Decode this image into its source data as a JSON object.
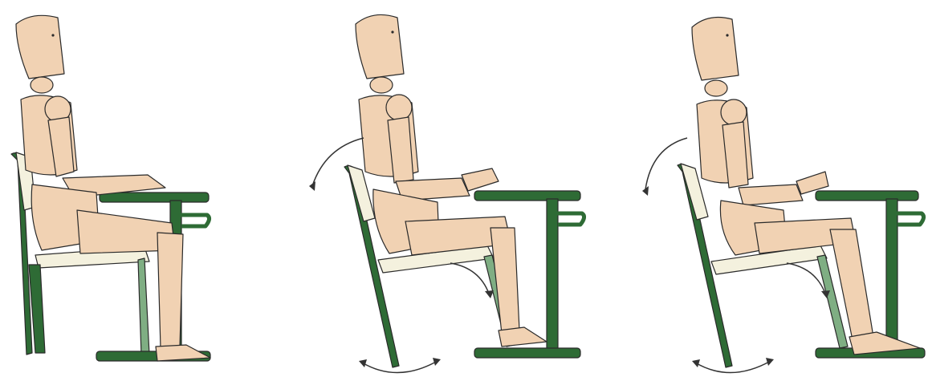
{
  "panels": [
    {
      "posture": "upright",
      "rocking_arrows": false
    },
    {
      "posture": "reclined",
      "rocking_arrows": true
    },
    {
      "posture": "slumped-recline",
      "rocking_arrows": true
    }
  ],
  "colors": {
    "frame": "#2e6b35",
    "frame_dark": "#1d4a23",
    "frame_light": "#7fae83",
    "wood": "#f1d2b3",
    "wood_shadow": "#d9ae86",
    "outline": "#2a2a2a",
    "seat": "#f4f1de",
    "arrow": "#333333"
  }
}
